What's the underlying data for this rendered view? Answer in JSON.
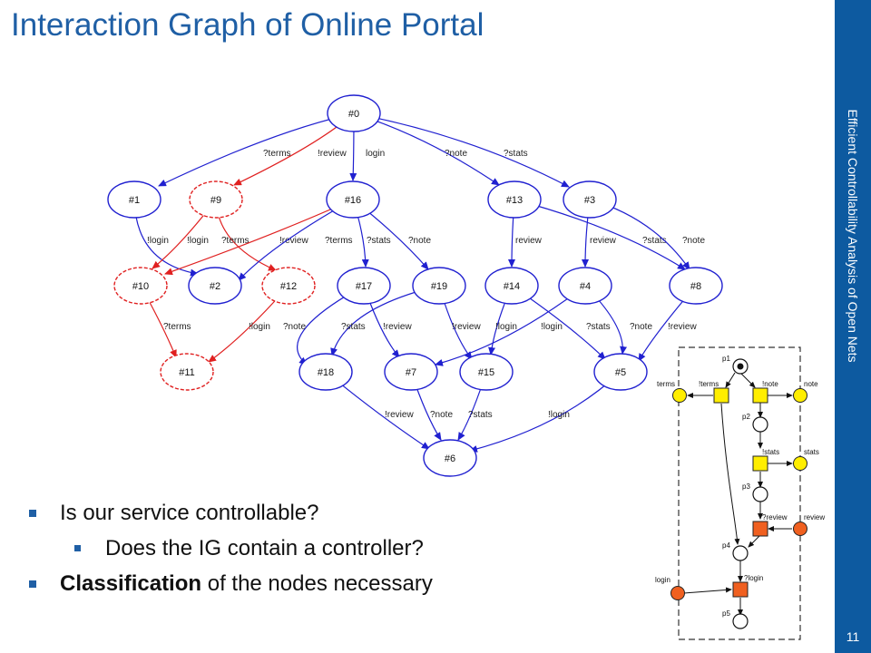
{
  "slide": {
    "title": "Interaction Graph of Online Portal",
    "sidebar_text": "Efficient Controllability Analysis of Open Nets",
    "page_number": "11"
  },
  "bullets": [
    {
      "text": "Is our service controllable?",
      "level": 1
    },
    {
      "text": "Does the IG contain a controller?",
      "level": 2
    },
    {
      "bold": "Classification",
      "text": " of the nodes necessary",
      "level": 1
    }
  ],
  "colors": {
    "title": "#1f5fa5",
    "sidebar": "#0d5aa0",
    "good": "#2020d0",
    "bad": "#e02020",
    "place_yellow": "#ffee00",
    "transition_orange": "#f06020"
  },
  "ig": {
    "nodes": [
      {
        "id": "#0",
        "kind": "good"
      },
      {
        "id": "#1",
        "kind": "good"
      },
      {
        "id": "#9",
        "kind": "bad"
      },
      {
        "id": "#16",
        "kind": "good"
      },
      {
        "id": "#13",
        "kind": "good"
      },
      {
        "id": "#3",
        "kind": "good"
      },
      {
        "id": "#10",
        "kind": "bad"
      },
      {
        "id": "#2",
        "kind": "good"
      },
      {
        "id": "#12",
        "kind": "bad"
      },
      {
        "id": "#17",
        "kind": "good"
      },
      {
        "id": "#19",
        "kind": "good"
      },
      {
        "id": "#14",
        "kind": "good"
      },
      {
        "id": "#4",
        "kind": "good"
      },
      {
        "id": "#8",
        "kind": "good"
      },
      {
        "id": "#11",
        "kind": "bad"
      },
      {
        "id": "#18",
        "kind": "good"
      },
      {
        "id": "#7",
        "kind": "good"
      },
      {
        "id": "#15",
        "kind": "good"
      },
      {
        "id": "#5",
        "kind": "good"
      },
      {
        "id": "#6",
        "kind": "good"
      }
    ],
    "edges": [
      {
        "from": "#0",
        "to": "#1",
        "label": "?terms",
        "kind": "good"
      },
      {
        "from": "#0",
        "to": "#9",
        "label": "!review",
        "kind": "bad"
      },
      {
        "from": "#0",
        "to": "#16",
        "label": "login",
        "kind": "good"
      },
      {
        "from": "#0",
        "to": "#13",
        "label": "?note",
        "kind": "good"
      },
      {
        "from": "#0",
        "to": "#3",
        "label": "?stats",
        "kind": "good"
      },
      {
        "from": "#1",
        "to": "#2",
        "label": "!login",
        "kind": "good"
      },
      {
        "from": "#9",
        "to": "#10",
        "label": "!login",
        "kind": "bad"
      },
      {
        "from": "#9",
        "to": "#12",
        "label": "?terms",
        "kind": "bad"
      },
      {
        "from": "#16",
        "to": "#10",
        "label": "!review",
        "kind": "bad"
      },
      {
        "from": "#16",
        "to": "#2",
        "label": "?terms",
        "kind": "good"
      },
      {
        "from": "#16",
        "to": "#17",
        "label": "?stats",
        "kind": "good"
      },
      {
        "from": "#16",
        "to": "#19",
        "label": "?note",
        "kind": "good"
      },
      {
        "from": "#13",
        "to": "#14",
        "label": "review",
        "kind": "good"
      },
      {
        "from": "#13",
        "to": "#8",
        "label": "?stats",
        "kind": "good"
      },
      {
        "from": "#3",
        "to": "#4",
        "label": "review",
        "kind": "good"
      },
      {
        "from": "#3",
        "to": "#8",
        "label": "?note",
        "kind": "good"
      },
      {
        "from": "#10",
        "to": "#11",
        "label": "?terms",
        "kind": "bad"
      },
      {
        "from": "#12",
        "to": "#11",
        "label": "!login",
        "kind": "bad"
      },
      {
        "from": "#17",
        "to": "#18",
        "label": "?note",
        "kind": "good"
      },
      {
        "from": "#17",
        "to": "#7",
        "label": "!review",
        "kind": "good"
      },
      {
        "from": "#19",
        "to": "#18",
        "label": "?stats",
        "kind": "good"
      },
      {
        "from": "#19",
        "to": "#15",
        "label": "!review",
        "kind": "good"
      },
      {
        "from": "#14",
        "to": "#15",
        "label": "!login",
        "kind": "good"
      },
      {
        "from": "#14",
        "to": "#5",
        "label": "?stats",
        "kind": "good"
      },
      {
        "from": "#4",
        "to": "#7",
        "label": "!login",
        "kind": "good"
      },
      {
        "from": "#4",
        "to": "#5",
        "label": "?note",
        "kind": "good"
      },
      {
        "from": "#8",
        "to": "#5",
        "label": "!review",
        "kind": "good"
      },
      {
        "from": "#18",
        "to": "#6",
        "label": "!review",
        "kind": "good"
      },
      {
        "from": "#7",
        "to": "#6",
        "label": "?note",
        "kind": "good"
      },
      {
        "from": "#15",
        "to": "#6",
        "label": "?stats",
        "kind": "good"
      },
      {
        "from": "#5",
        "to": "#6",
        "label": "!login",
        "kind": "good"
      }
    ]
  },
  "petri_net": {
    "places": [
      "p1",
      "p2",
      "p3",
      "p4",
      "p5"
    ],
    "interface_places": [
      "terms",
      "note",
      "stats",
      "review",
      "login"
    ],
    "transitions": [
      "!terms",
      "!note",
      "!stats",
      "?review",
      "?login"
    ]
  }
}
